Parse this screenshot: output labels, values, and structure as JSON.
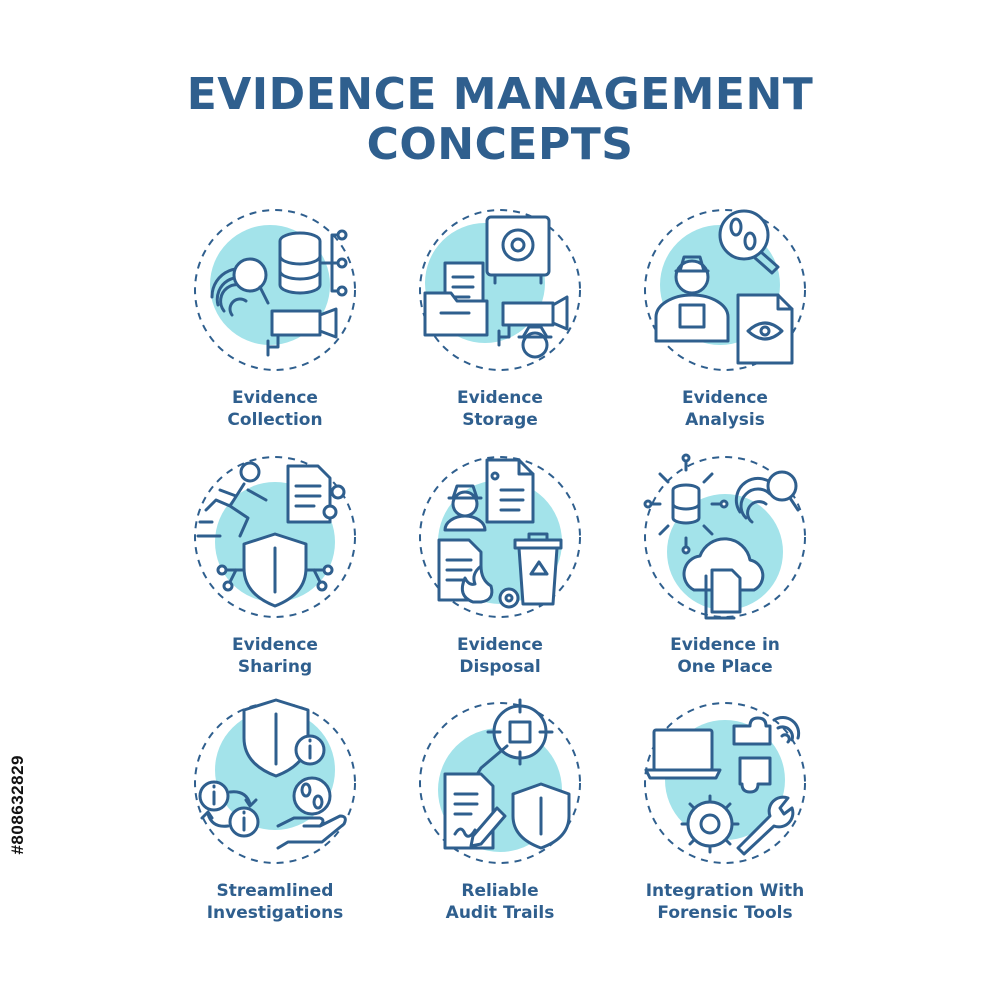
{
  "title": {
    "line1": "EVIDENCE MANAGEMENT",
    "line2": "CONCEPTS"
  },
  "side_id": "#808632829",
  "colors": {
    "text": "#2f5f8e",
    "accent": "#a3e3ea",
    "background": "#ffffff"
  },
  "items": [
    {
      "line1": "Evidence",
      "line2": "Collection",
      "icon": "fingerprint-database-camera-icon"
    },
    {
      "line1": "Evidence",
      "line2": "Storage",
      "icon": "safe-folder-camera-icon"
    },
    {
      "line1": "Evidence",
      "line2": "Analysis",
      "icon": "detective-footprint-document-icon"
    },
    {
      "line1": "Evidence",
      "line2": "Sharing",
      "icon": "runner-document-shield-icon"
    },
    {
      "line1": "Evidence",
      "line2": "Disposal",
      "icon": "document-fire-recycle-bin-icon"
    },
    {
      "line1": "Evidence in",
      "line2": "One Place",
      "icon": "database-fingerprint-cloud-icon"
    },
    {
      "line1": "Streamlined",
      "line2": "Investigations",
      "icon": "shield-info-footprint-icon"
    },
    {
      "line1": "Reliable",
      "line2": "Audit Trails",
      "icon": "target-document-shield-icon"
    },
    {
      "line1": "Integration With",
      "line2": "Forensic Tools",
      "icon": "laptop-puzzle-gear-icon"
    }
  ]
}
